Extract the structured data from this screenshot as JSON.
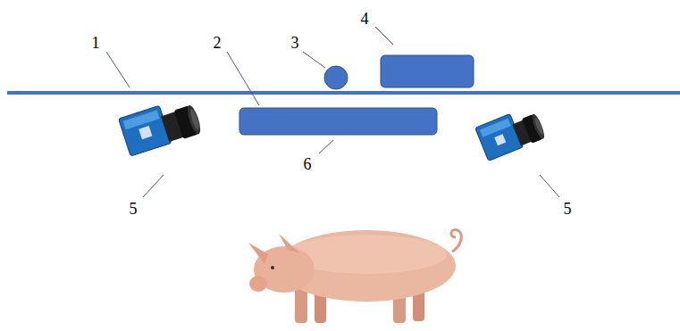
{
  "diagram": {
    "labels": [
      "1",
      "2",
      "3",
      "4",
      "5",
      "6",
      "5"
    ]
  }
}
